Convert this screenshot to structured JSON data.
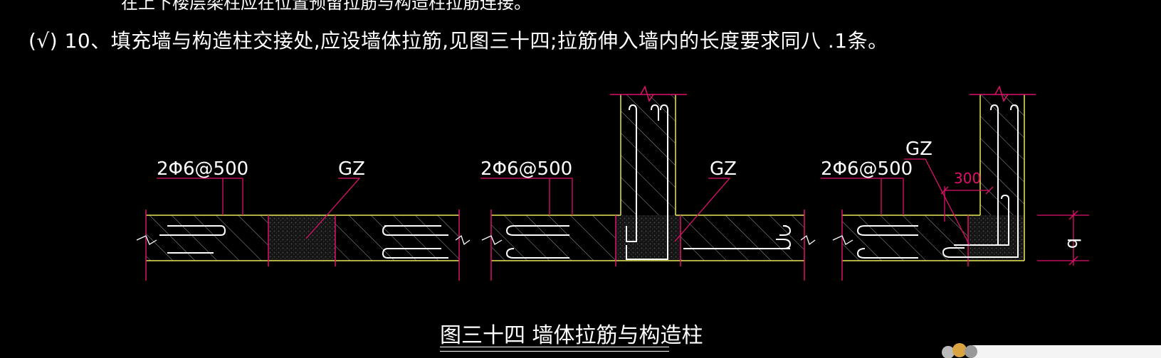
{
  "note": {
    "cut_line": "在上下楼层梁柱应在位置预留拉筋与构造柱拉筋连接。",
    "item": "(√) 10、填充墙与构造柱交接处,应设墙体拉筋,见图三十四;拉筋伸入墙内的长度要求同八 .1条。"
  },
  "figure": {
    "caption": "图三十四 墙体拉筋与构造柱",
    "details": [
      {
        "rebar_label": "2Φ6@500",
        "column_label": "GZ"
      },
      {
        "rebar_label": "2Φ6@500",
        "column_label": "GZ"
      },
      {
        "rebar_label": "2Φ6@500",
        "column_label": "GZ",
        "dimension": "300",
        "thickness_label": "b"
      }
    ]
  },
  "colors": {
    "background": "#000000",
    "wall_outline": "#e8e85a",
    "leader": "#e0106a",
    "text": "#ffffff",
    "hatch": "#9a9a9a"
  },
  "icons": [
    "break-line-icon",
    "watermark-icon"
  ]
}
